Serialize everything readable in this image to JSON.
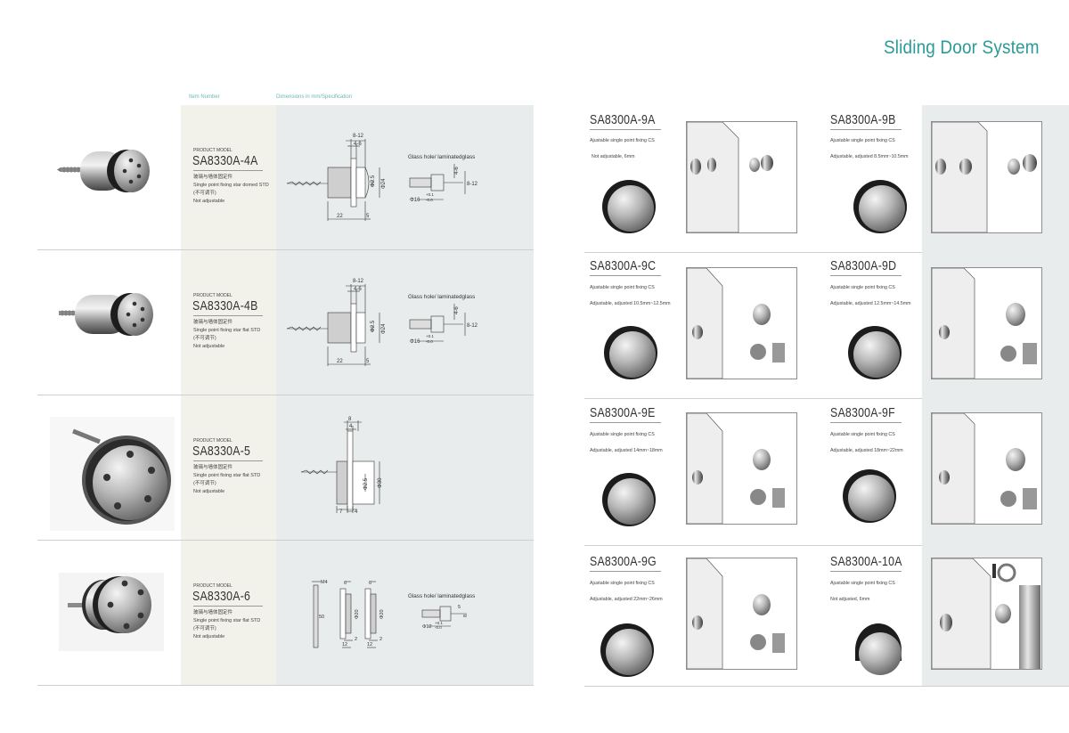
{
  "header": {
    "title": "Sliding Door System"
  },
  "columns": {
    "item_number": "Item Number",
    "dimensions": "Dimensions in mm/Specification"
  },
  "left_products": [
    {
      "label": "PRODUCT MODEL",
      "model": "SA8330A-4A",
      "cn": "玻璃与墙体固定件",
      "desc": "Single point fixing star domed STD",
      "cn2": "(不可调节)",
      "adjust": "Not adjustable",
      "dims": {
        "top1": "8-12",
        "top2": "4-6",
        "d1": "Φ2.5",
        "d2": "Φ24",
        "len": "22",
        "s": "5",
        "glass": "Glass hole/ laminatedglass",
        "g1": "4-6",
        "g2": "8-12",
        "g3": "Φ16",
        "tolp": "+0.1",
        "tolm": "-0.0"
      }
    },
    {
      "label": "PRODUCT MODEL",
      "model": "SA8330A-4B",
      "cn": "玻璃与墙体固定件",
      "desc": "Single point fixing star flat STD",
      "cn2": "(不可调节)",
      "adjust": "Not adjustable",
      "dims": {
        "top1": "8-12",
        "top2": "4-6",
        "d1": "Φ2.5",
        "d2": "Φ24",
        "len": "22",
        "s": "5",
        "glass": "Glass hole/ laminatedglass",
        "g1": "4-6",
        "g2": "8-12",
        "g3": "Φ16",
        "tolp": "+0.1",
        "tolm": "-0.0"
      }
    },
    {
      "label": "PRODUCT MODEL",
      "model": "SA8330A-5",
      "cn": "玻璃与墙体固定件",
      "desc": "Single point fixing star flat STD",
      "cn2": "(不可调节)",
      "adjust": "Not adjustable",
      "dims": {
        "top1": "8",
        "top2": "4",
        "d1": "Φ2.5",
        "d2": "Φ30",
        "len": "7",
        "s": "4"
      }
    },
    {
      "label": "PRODUCT MODEL",
      "model": "SA8330A-6",
      "cn": "玻璃与墙体固定件",
      "desc": "Single point fixing star flat STD",
      "cn2": "(不可调节)",
      "adjust": "Not adjustable",
      "dims": {
        "m": "M4",
        "len": "50",
        "a1": "6",
        "a2": "6",
        "d1": "Φ20",
        "d2": "Φ20",
        "b1": "2",
        "b2": "2",
        "c1": "12",
        "c2": "12",
        "glass": "Glass hole/ laminatedglass",
        "g1": "5",
        "g2": "8",
        "g3": "Φ12",
        "tolp": "+0.1",
        "tolm": "-0.0"
      }
    }
  ],
  "right_products": [
    {
      "model": "SA8300A-9A",
      "desc": "Ajustable single point fixing CS",
      "adjust": "Not adjustable, 6mm"
    },
    {
      "model": "SA8300A-9B",
      "desc": "Ajustable single point fixing CS",
      "adjust": "Adjustable, adjusted 8.5mm~10.5mm"
    },
    {
      "model": "SA8300A-9C",
      "desc": "Ajustable single point fixing CS",
      "adjust": "Adjustable, adjusted 10.5mm~12.5mm"
    },
    {
      "model": "SA8300A-9D",
      "desc": "Ajustable single point fixing CS",
      "adjust": "Adjustable, adjusted 12.5mm~14.5mm"
    },
    {
      "model": "SA8300A-9E",
      "desc": "Ajustable single point fixing CS",
      "adjust": "Adjustable, adjusted 14mm~18mm"
    },
    {
      "model": "SA8300A-9F",
      "desc": "Ajustable single point fixing CS",
      "adjust": "Adjustable, adjusted 18mm~22mm"
    },
    {
      "model": "SA8300A-9G",
      "desc": "Ajustable single point fixing CS",
      "adjust": "Adjustable, adjusted 22mm~26mm"
    },
    {
      "model": "SA8300A-10A",
      "desc": "Ajustable single point fixing CS",
      "adjust": "Not adjusted, 6mm"
    }
  ]
}
